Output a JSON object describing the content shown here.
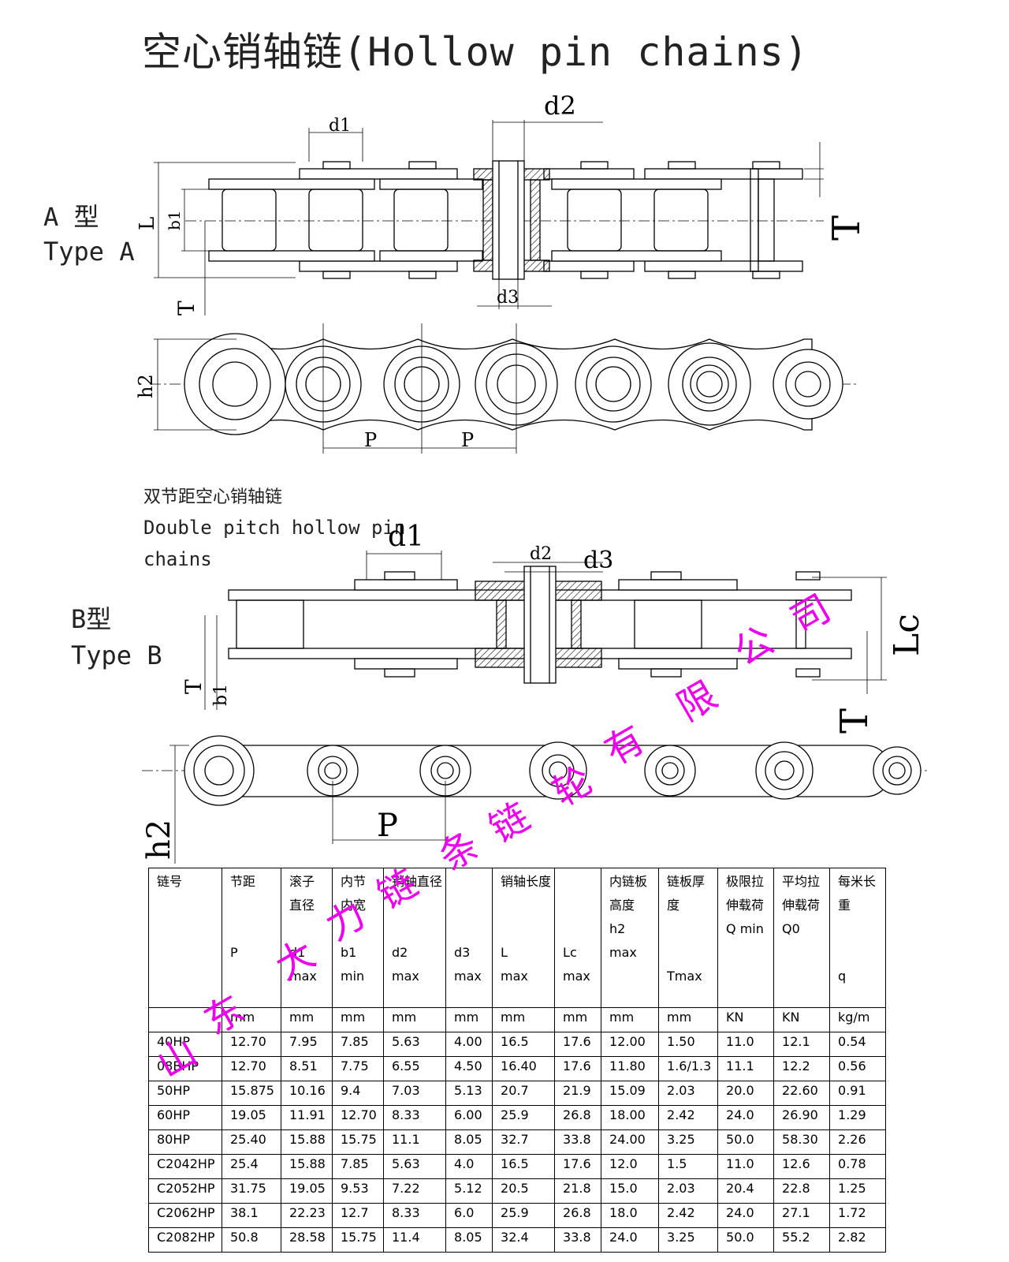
{
  "title": "空心销轴链(Hollow pin chains)",
  "typeA": {
    "cn": "A 型",
    "en": "Type A"
  },
  "subtitleB": {
    "cn": "双节距空心销轴链",
    "en1": "Double pitch hollow pin",
    "en2": "chains"
  },
  "typeB": {
    "cn": "B型",
    "en": "Type B"
  },
  "dims": {
    "d1": "d1",
    "d2": "d2",
    "d3": "d3",
    "L": "L",
    "Lc": "Lc",
    "b1": "b1",
    "T": "T",
    "h2": "h2",
    "P": "P"
  },
  "watermark": [
    "山",
    "东",
    "大",
    "力",
    "链",
    "条",
    "链",
    "轮",
    "有",
    "限",
    "公",
    "司"
  ],
  "table": {
    "header_cn": [
      "链号",
      "节距",
      "滚子直径",
      "内节内宽",
      "销轴直径",
      "",
      "销轴长度",
      "",
      "内链板高度",
      "链板厚度",
      "极限拉伸载荷",
      "平均拉伸载荷",
      "每米长重"
    ],
    "symbols": [
      "",
      "P",
      "d1",
      "b1",
      "d2",
      "d3",
      "L",
      "Lc",
      "h2",
      "Tmax",
      "Q min",
      "Q0",
      "q"
    ],
    "limits": [
      "",
      "",
      "max",
      "min",
      "max",
      "max",
      "max",
      "max",
      "max",
      "",
      "",
      "",
      ""
    ],
    "units": [
      "",
      "mm",
      "mm",
      "mm",
      "mm",
      "mm",
      "mm",
      "mm",
      "mm",
      "mm",
      "KN",
      "KN",
      "kg/m"
    ],
    "rows": [
      [
        "40HP",
        "12.70",
        "7.95",
        "7.85",
        "5.63",
        "4.00",
        "16.5",
        "17.6",
        "12.00",
        "1.50",
        "11.0",
        "12.1",
        "0.54"
      ],
      [
        "08BHP",
        "12.70",
        "8.51",
        "7.75",
        "6.55",
        "4.50",
        "16.40",
        "17.6",
        "11.80",
        "1.6/1.3",
        "11.1",
        "12.2",
        "0.56"
      ],
      [
        "50HP",
        "15.875",
        "10.16",
        "9.4",
        "7.03",
        "5.13",
        "20.7",
        "21.9",
        "15.09",
        "2.03",
        "20.0",
        "22.60",
        "0.91"
      ],
      [
        "60HP",
        "19.05",
        "11.91",
        "12.70",
        "8.33",
        "6.00",
        "25.9",
        "26.8",
        "18.00",
        "2.42",
        "24.0",
        "26.90",
        "1.29"
      ],
      [
        "80HP",
        "25.40",
        "15.88",
        "15.75",
        "11.1",
        "8.05",
        "32.7",
        "33.8",
        "24.00",
        "3.25",
        "50.0",
        "58.30",
        "2.26"
      ],
      [
        "C2042HP",
        "25.4",
        "15.88",
        "7.85",
        "5.63",
        "4.0",
        "16.5",
        "17.6",
        "12.0",
        "1.5",
        "11.0",
        "12.6",
        "0.78"
      ],
      [
        "C2052HP",
        "31.75",
        "19.05",
        "9.53",
        "7.22",
        "5.12",
        "20.5",
        "21.8",
        "15.0",
        "2.03",
        "20.4",
        "22.8",
        "1.25"
      ],
      [
        "C2062HP",
        "38.1",
        "22.23",
        "12.7",
        "8.33",
        "6.0",
        "25.9",
        "26.8",
        "18.0",
        "2.42",
        "24.0",
        "27.1",
        "1.72"
      ],
      [
        "C2082HP",
        "50.8",
        "28.58",
        "15.75",
        "11.4",
        "8.05",
        "32.4",
        "33.8",
        "24.0",
        "3.25",
        "50.0",
        "55.2",
        "2.82"
      ]
    ]
  }
}
